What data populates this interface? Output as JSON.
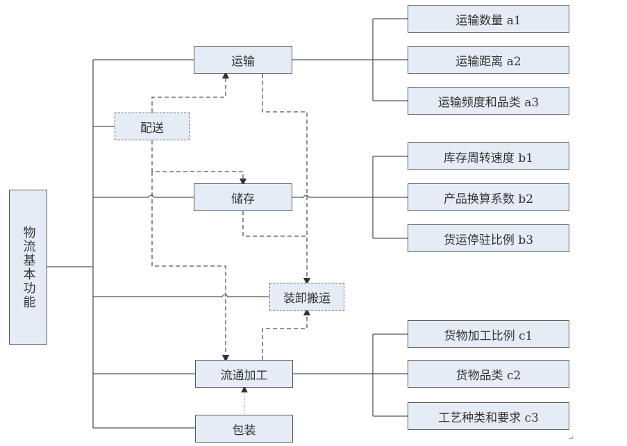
{
  "root": {
    "label": "物流基本功能"
  },
  "functions": [
    {
      "id": "transport",
      "label": "运输"
    },
    {
      "id": "distribution",
      "label": "配送"
    },
    {
      "id": "storage",
      "label": "储存"
    },
    {
      "id": "handling",
      "label": "装卸搬运"
    },
    {
      "id": "processing",
      "label": "流通加工"
    },
    {
      "id": "packaging",
      "label": "包装"
    }
  ],
  "indicators": {
    "a": [
      "运输数量 a1",
      "运输距离 a2",
      "运输频度和品类 a3"
    ],
    "b": [
      "库存周转速度 b1",
      "产品换算系数 b2",
      "货运停驻比例 b3"
    ],
    "c": [
      "货物加工比例 c1",
      "货物品类 c2",
      "工艺种类和要求 c3"
    ]
  },
  "colors": {
    "box_fill": "#e6ecf6",
    "line": "#555555"
  },
  "paragraph_mark": "↵"
}
